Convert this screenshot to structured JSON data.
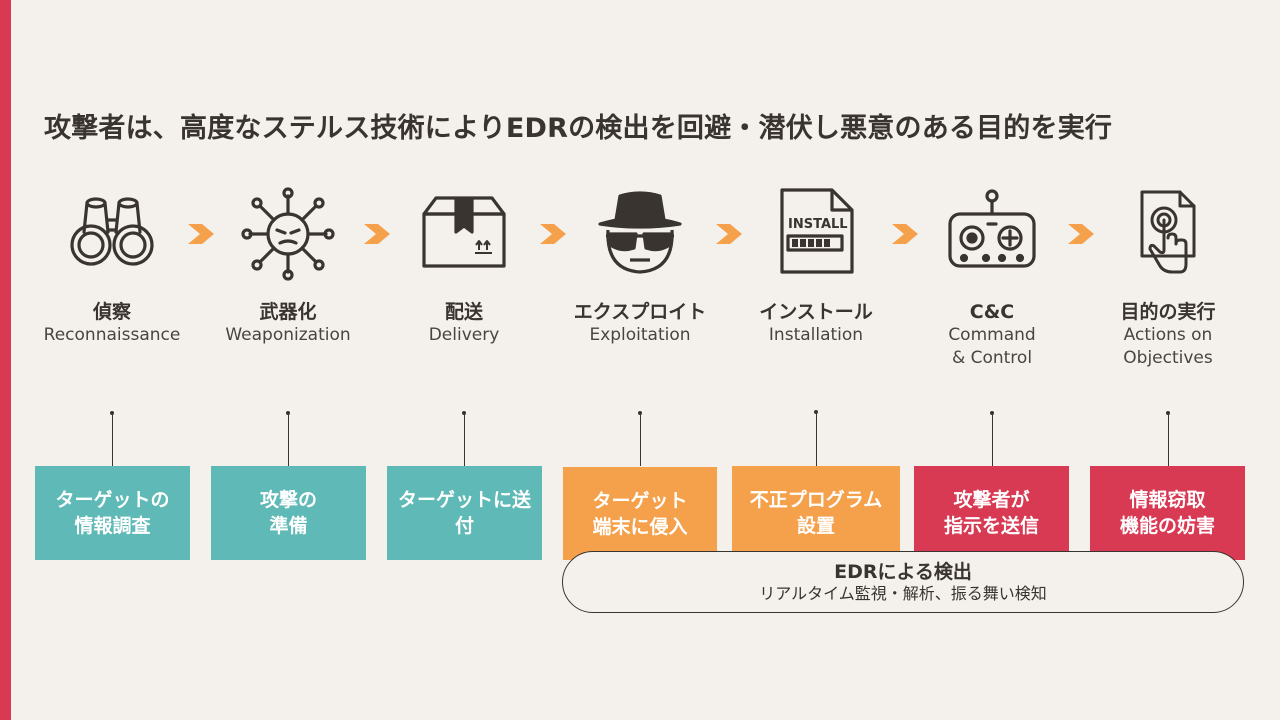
{
  "title": "攻撃者は、高度なステルス技術によりEDRの検出を回避・潜伏し悪意のある目的を実行",
  "stages": [
    {
      "jp": "偵察",
      "en": "Reconnaissance",
      "icon": "binoculars-icon",
      "box": "ターゲットの\n情報調査",
      "color": "teal"
    },
    {
      "jp": "武器化",
      "en": "Weaponization",
      "icon": "virus-icon",
      "box": "攻撃の\n準備",
      "color": "teal"
    },
    {
      "jp": "配送",
      "en": "Delivery",
      "icon": "package-icon",
      "box": "ターゲットに送\n付",
      "color": "teal"
    },
    {
      "jp": "エクスプロイト",
      "en": "Exploitation",
      "icon": "hacker-icon",
      "box": "ターゲット\n端末に侵入",
      "color": "orange"
    },
    {
      "jp": "インストール",
      "en": "Installation",
      "icon": "install-file-icon",
      "box": "不正プログラム\n設置",
      "color": "orange"
    },
    {
      "jp": "C&C",
      "en": "Command\n& Control",
      "icon": "remote-controller-icon",
      "box": "攻撃者が\n指示を送信",
      "color": "red"
    },
    {
      "jp": "目的の実行",
      "en": "Actions on\nObjectives",
      "icon": "touch-document-icon",
      "box": "情報窃取\n機能の妨害",
      "color": "red"
    }
  ],
  "icon_text": {
    "install": "INSTALL"
  },
  "edr": {
    "title": "EDRによる検出",
    "subtitle": "リアルタイム監視・解析、振る舞い検知"
  },
  "colors": {
    "teal": "#5fb9b6",
    "orange": "#f5a04a",
    "red": "#d83a54",
    "arrow": "#f5a04a",
    "accent_bar": "#d83a54",
    "text": "#3a3431"
  }
}
